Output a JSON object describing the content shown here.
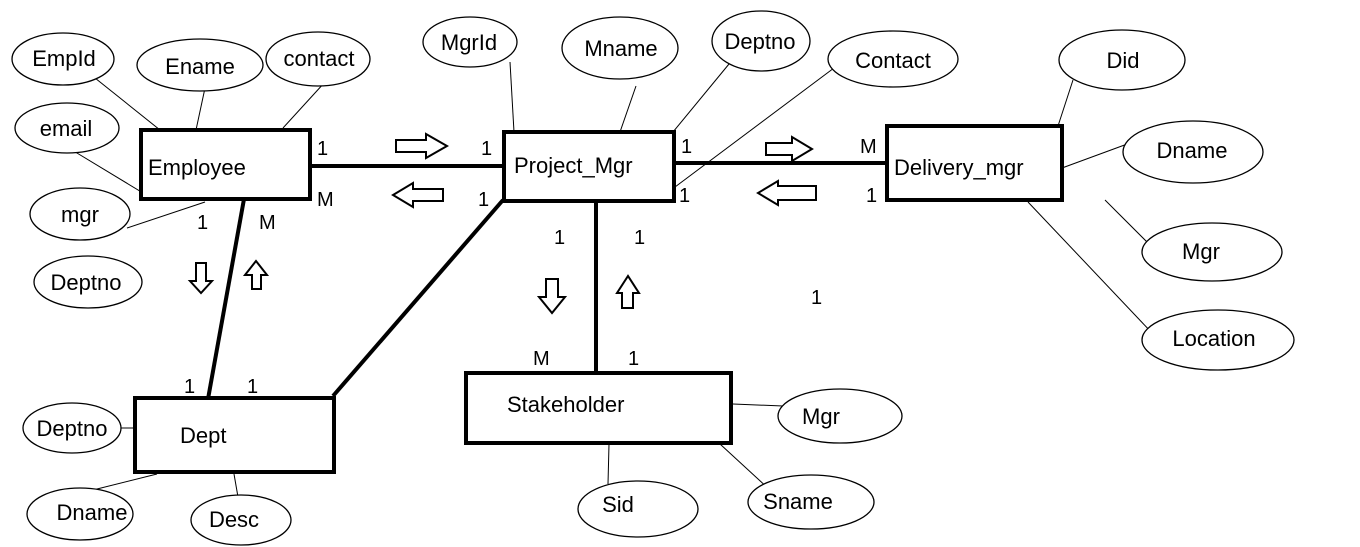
{
  "entities": {
    "employee": "Employee",
    "project_mgr": "Project_Mgr",
    "delivery_mgr": "Delivery_mgr",
    "dept": "Dept",
    "stakeholder": "Stakeholder"
  },
  "attributes": {
    "employee": [
      "EmpId",
      "Ename",
      "contact",
      "email",
      "mgr",
      "Deptno"
    ],
    "project_mgr": [
      "MgrId",
      "Mname",
      "Deptno",
      "Contact"
    ],
    "delivery_mgr": [
      "Did",
      "Dname",
      "Mgr",
      "Location"
    ],
    "dept": [
      "Deptno",
      "Dname",
      "Desc"
    ],
    "stakeholder": [
      "Mgr",
      "Sid",
      "Sname"
    ]
  },
  "cardinalities": {
    "emp_pm_left_top": "1",
    "emp_pm_right_top": "1",
    "emp_pm_left_bottom": "M",
    "emp_pm_right_bottom": "1",
    "pm_dm_left_top": "1",
    "pm_dm_right_top": "M",
    "pm_dm_left_bottom": "1",
    "pm_dm_right_bottom": "1",
    "emp_dept_top_left": "1",
    "emp_dept_top_right": "M",
    "emp_dept_bottom_left": "1",
    "emp_dept_bottom_right": "1",
    "pm_sh_top_left": "1",
    "pm_sh_top_right": "1",
    "pm_sh_bottom_left": "M",
    "pm_sh_bottom_right": "1",
    "stray": "1"
  }
}
